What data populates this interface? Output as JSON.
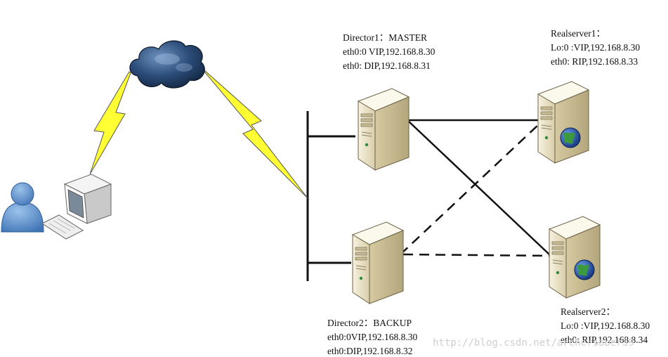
{
  "director1": {
    "title": "Director1：MASTER",
    "line1": "eth0:0 VIP,192.168.8.30",
    "line2": "eth0:   DIP,192.168.8.31"
  },
  "director2": {
    "title": "Director2：BACKUP",
    "line1": "eth0:0VIP,192.168.8.30",
    "line2": "eth0:DIP,192.168.8.32"
  },
  "realserver1": {
    "title": "Realserver1：",
    "line1": "Lo:0 :VIP,192.168.8.30",
    "line2": "eth0:  RIP,192.168.8.33"
  },
  "realserver2": {
    "title": "Realserver2：",
    "line1": "Lo:0 :VIP,192.168.8.30",
    "line2": "eth0:  RIP,192.168.8.34"
  },
  "watermark": "http://blog.csdn.net/archersaber39",
  "icons": {
    "user": "user-icon",
    "client_pc": "computer-icon",
    "internet": "cloud-icon",
    "link": "lightning-icon",
    "server": "server-icon",
    "web": "globe-icon"
  },
  "colors": {
    "lightning": "#ffff33",
    "user": "#5b8fcf",
    "cloud": "#1e3b63",
    "server": "#ece4c8",
    "globe": "#1d4fa8"
  }
}
